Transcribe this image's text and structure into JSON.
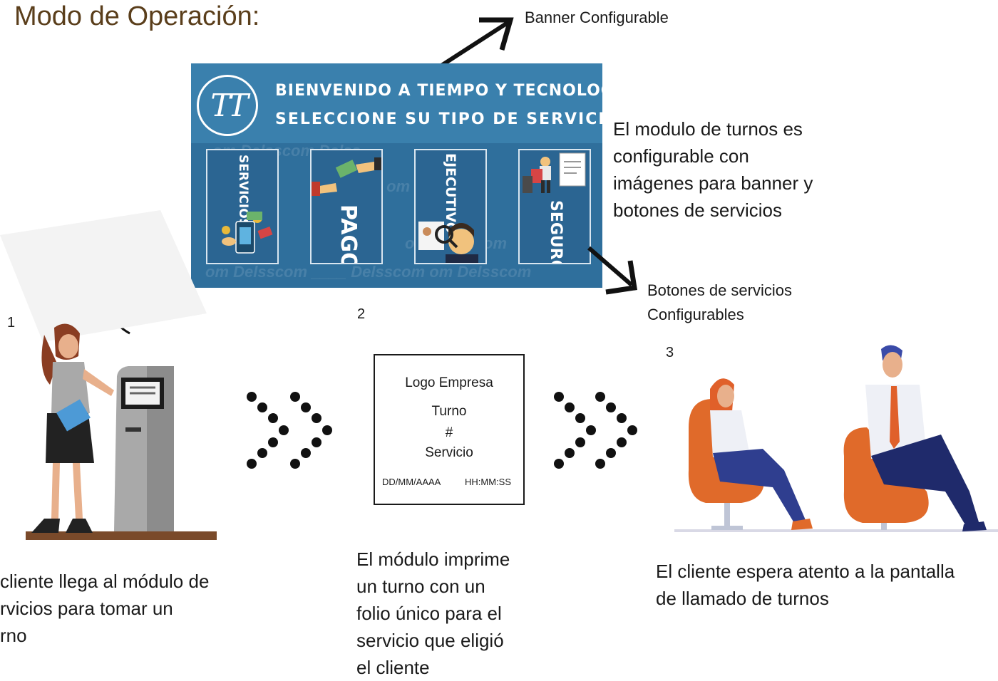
{
  "title": "Modo de Operación:",
  "banner_callout": "Banner Configurable",
  "screen": {
    "logo": "TT",
    "line1": "BIENVENIDO A TIEMPO Y TECNOLOGÍA",
    "line2": "SELECCIONE SU TIPO DE SERVICIO",
    "buttons": [
      "SERVICIOS",
      "PAGOS",
      "EJECUTIVO",
      "SEGUROS"
    ]
  },
  "config_note": [
    "El modulo de turnos es",
    "configurable con",
    "imágenes para banner y",
    "botones de servicios"
  ],
  "buttons_callout": [
    "Botones de servicios",
    "Configurables"
  ],
  "steps": {
    "step1": {
      "number": "1",
      "text": [
        "cliente llega al módulo de",
        "rvicios para tomar un",
        "rno"
      ]
    },
    "step2": {
      "number": "2",
      "text": [
        "El módulo imprime",
        "un turno con un",
        "folio único para el",
        "servicio que eligió",
        "el cliente"
      ]
    },
    "step3": {
      "number": "3",
      "text": [
        "El cliente espera atento a la pantalla",
        "de llamado de turnos"
      ]
    }
  },
  "ticket": {
    "logo": "Logo Empresa",
    "turno": "Turno",
    "hash": "#",
    "servicio": "Servicio",
    "date": "DD/MM/AAAA",
    "time": "HH:MM:SS"
  },
  "colors": {
    "title": "#5a3e1b",
    "screen": "#2f6f9c",
    "chair": "#e06a2a"
  }
}
